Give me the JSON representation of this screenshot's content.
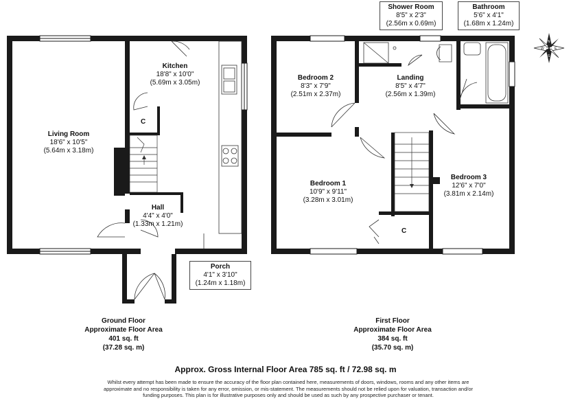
{
  "ground_floor": {
    "rooms": {
      "living_room": {
        "name": "Living Room",
        "imperial": "18'6\" x 10'5\"",
        "metric": "(5.64m x 3.18m)"
      },
      "kitchen": {
        "name": "Kitchen",
        "imperial": "18'8\" x 10'0\"",
        "metric": "(5.69m x 3.05m)"
      },
      "hall": {
        "name": "Hall",
        "imperial": "4'4\" x 4'0\"",
        "metric": "(1.33m x 1.21m)"
      },
      "porch": {
        "name": "Porch",
        "imperial": "4'1\" x 3'10\"",
        "metric": "(1.24m x 1.18m)"
      },
      "cupboard": {
        "name": "C"
      }
    },
    "label": {
      "title": "Ground Floor",
      "subtitle": "Approximate Floor Area",
      "sqft": "401 sq. ft",
      "sqm": "(37.28 sq. m)"
    }
  },
  "first_floor": {
    "rooms": {
      "bedroom1": {
        "name": "Bedroom 1",
        "imperial": "10'9\" x 9'11\"",
        "metric": "(3.28m x 3.01m)"
      },
      "bedroom2": {
        "name": "Bedroom 2",
        "imperial": "8'3\" x 7'9\"",
        "metric": "(2.51m x 2.37m)"
      },
      "bedroom3": {
        "name": "Bedroom 3",
        "imperial": "12'6\" x 7'0\"",
        "metric": "(3.81m x 2.14m)"
      },
      "landing": {
        "name": "Landing",
        "imperial": "8'5\" x 4'7\"",
        "metric": "(2.56m x 1.39m)"
      },
      "shower_room": {
        "name": "Shower Room",
        "imperial": "8'5\" x 2'3\"",
        "metric": "(2.56m x 0.69m)"
      },
      "bathroom": {
        "name": "Bathroom",
        "imperial": "5'6\" x 4'1\"",
        "metric": "(1.68m x 1.24m)"
      },
      "cupboard": {
        "name": "C"
      }
    },
    "label": {
      "title": "First Floor",
      "subtitle": "Approximate Floor Area",
      "sqft": "384 sq. ft",
      "sqm": "(35.70 sq. m)"
    }
  },
  "compass_letters": [
    "N",
    "E",
    "S",
    "W"
  ],
  "gross_area": "Approx. Gross Internal Floor Area 785 sq. ft / 72.98 sq. m",
  "disclaimer": "Whilst every attempt has been made to ensure the accuracy of the floor plan contained here, measurements of doors, windows, rooms and any other items are approximate and no responsibility is taken for any error, omission, or mis-statement. The measurements should not be relied upon for valuation, transaction and/or funding purposes. This plan is for illustrative purposes only and should be used as such by any prospective purchaser or tenant."
}
